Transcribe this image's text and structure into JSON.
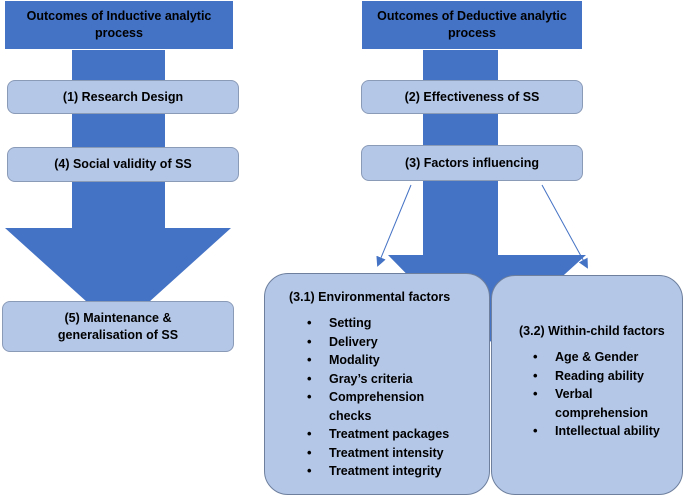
{
  "left": {
    "header": "Outcomes of Inductive analytic process",
    "boxes": [
      "(1)  Research Design",
      "(4)  Social validity of SS",
      "(5) Maintenance & generalisation of SS"
    ]
  },
  "right": {
    "header": "Outcomes of Deductive analytic process",
    "boxes": [
      "(2)  Effectiveness of SS",
      "(3)  Factors influencing"
    ]
  },
  "environmental": {
    "title": "(3.1) Environmental factors",
    "items": [
      "Setting",
      "Delivery",
      "Modality",
      "Gray’s criteria",
      "Comprehension checks",
      "Treatment packages",
      "Treatment intensity",
      "Treatment integrity"
    ]
  },
  "within_child": {
    "title": "(3.2) Within-child factors",
    "items": [
      "Age & Gender",
      "Reading ability",
      "Verbal comprehension",
      "Intellectual ability"
    ]
  },
  "colors": {
    "arrow": "#4472c4",
    "box_fill": "#b4c7e7",
    "header_fill": "#4472c4"
  }
}
